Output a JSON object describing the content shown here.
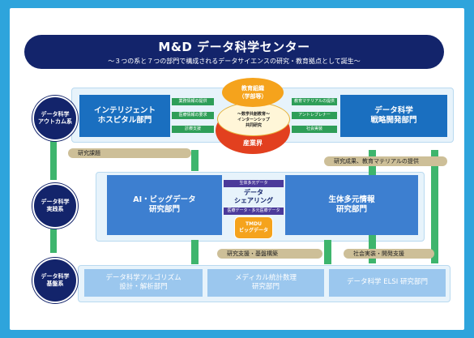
{
  "header": {
    "title": "M&D データ科学センター",
    "subtitle": "～３つの系と７つの部門で構成されるデータサイエンスの研究・教育拠点として誕生～"
  },
  "systems": {
    "outcome": "データ科学\nアウトカム系",
    "practice": "データ科学\n実践系",
    "foundation": "データ科学\n基盤系"
  },
  "departments": {
    "intelligent_hospital": "インテリジェント\nホスピタル部門",
    "strategy": "データ科学\n戦略開発部門",
    "ai_bigdata": "AI・ビッグデータ\n研究部門",
    "multiomics": "生体多元情報\n研究部門",
    "algorithm": "データ科学アルゴリズム\n設計・解析部門",
    "medical_stats": "メディカル統計数理\n研究部門",
    "elsi": "データ科学 ELSI 研究部門"
  },
  "hub": {
    "education_top": "教育組織\n（学部等）",
    "center_text": "～数学共創教育～\nインターンシップ\n共同研究",
    "industry": "産業界"
  },
  "left_arrows": [
    "業務情報の提供",
    "医療情報の要求",
    "診療支援"
  ],
  "right_arrows": [
    "教育マテリアルの提供",
    "アントレプレナー",
    "社会実装"
  ],
  "data_sharing": {
    "label": "データ\nシェアリング",
    "top_arrow": "生体多元データ",
    "bottom_arrow": "医療データ・多元医療データ"
  },
  "tmdu": "TMDU\nビッグデータ",
  "bars": {
    "research_theme": "研究課題",
    "results": "研究成果、教育マテリアルの提供",
    "research_support": "研究支援・基盤構築",
    "social_impl": "社会実装・開発支援"
  },
  "colors": {
    "navy": "#13246b",
    "blue": "#1a6fc0",
    "light_blue": "#9bc7ee",
    "green": "#3eb56d",
    "tan": "#cdbf98",
    "orange": "#f5a31c",
    "red": "#e2401f"
  }
}
